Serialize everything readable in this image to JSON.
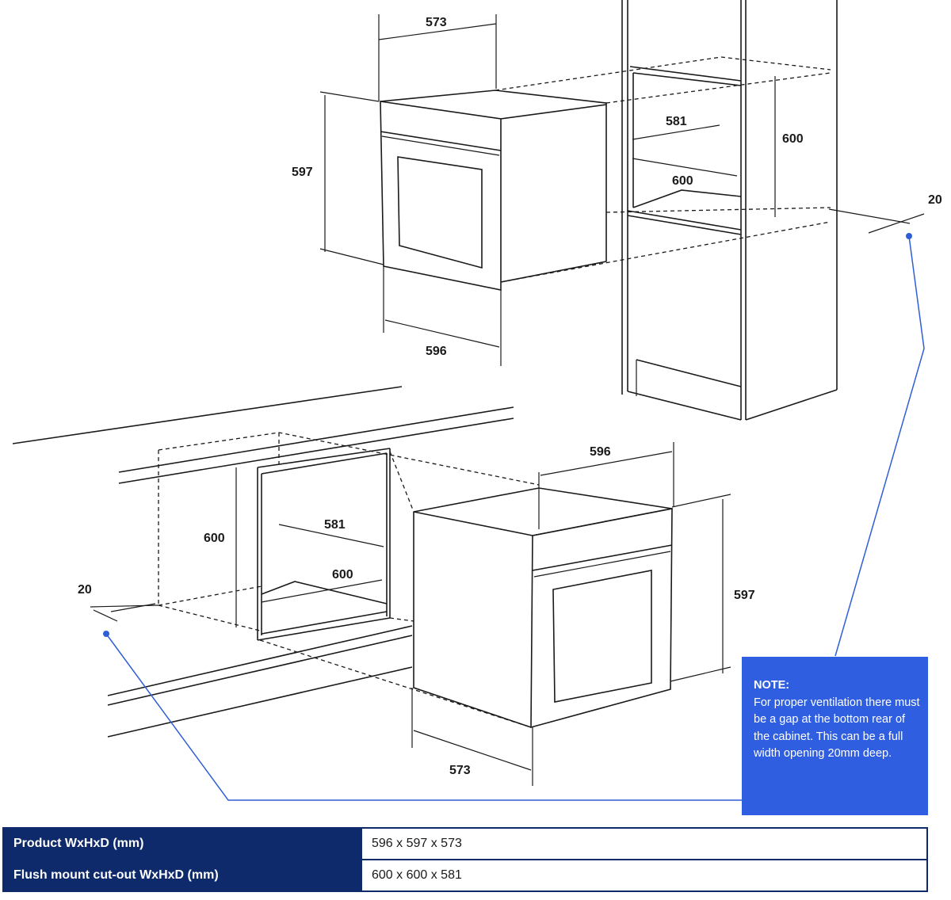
{
  "top_oven": {
    "depth": "573",
    "height": "597",
    "width": "596"
  },
  "top_cabinet": {
    "depth": "581",
    "width": "600",
    "height": "600",
    "gap": "20"
  },
  "bottom_oven": {
    "width": "596",
    "height": "597",
    "depth": "573"
  },
  "bottom_cabinet": {
    "height": "600",
    "depth": "581",
    "width": "600",
    "gap": "20"
  },
  "note": {
    "title": "NOTE:",
    "text": "For proper ventilation there must be a gap at the bottom rear of the cabinet. This can be a full width opening 20mm deep."
  },
  "specs": [
    {
      "label": "Product WxHxD (mm)",
      "value": "596 x 597 x 573"
    },
    {
      "label": "Flush mount cut-out WxHxD (mm)",
      "value": "600 x 600 x 581"
    }
  ],
  "colors": {
    "accent_blue": "#2f5fe0",
    "table_navy": "#0e2a6b"
  }
}
